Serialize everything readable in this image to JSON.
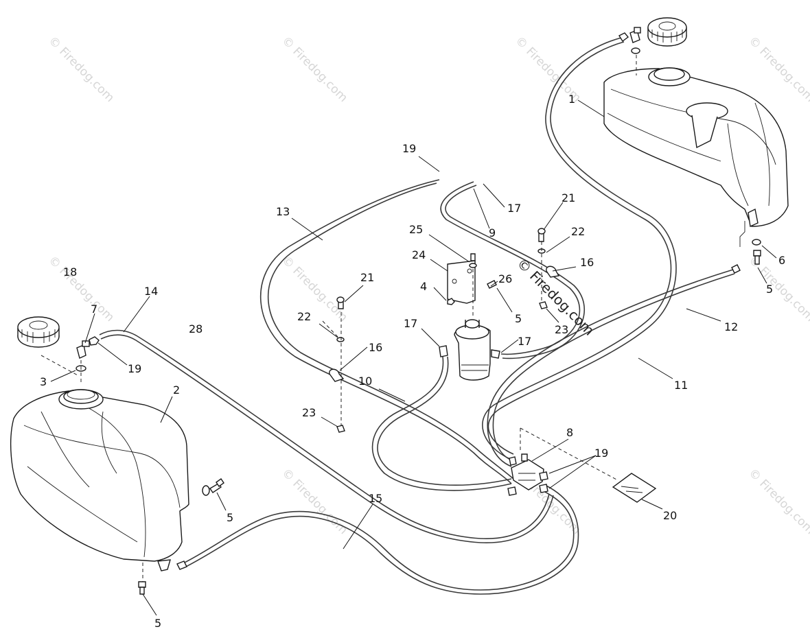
{
  "watermark": {
    "text": "© Firedog.com"
  },
  "callouts": {
    "c1": "1",
    "c2": "2",
    "c3": "3",
    "c4": "4",
    "c5a": "5",
    "c5b": "5",
    "c5c": "5",
    "c5d": "5",
    "c6": "6",
    "c7": "7",
    "c8": "8",
    "c9": "9",
    "c10": "10",
    "c11": "11",
    "c12": "12",
    "c13": "13",
    "c14": "14",
    "c15": "15",
    "c16a": "16",
    "c16b": "16",
    "c17a": "17",
    "c17b": "17",
    "c17c": "17",
    "c18": "18",
    "c19a": "19",
    "c19b": "19",
    "c19c": "19",
    "c20": "20",
    "c21a": "21",
    "c21b": "21",
    "c22a": "22",
    "c22b": "22",
    "c23a": "23",
    "c23b": "23",
    "c24": "24",
    "c25": "25",
    "c26": "26",
    "c28": "28"
  }
}
